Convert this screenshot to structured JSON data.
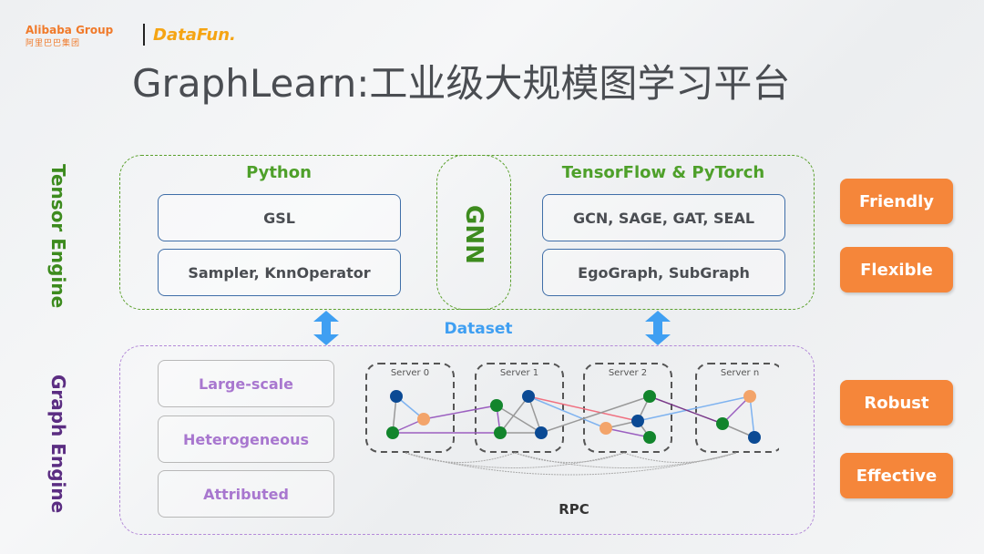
{
  "logos": {
    "alibaba": "Alibaba Group",
    "alibaba_cn": "阿里巴巴集团",
    "datafun": "DataFun."
  },
  "title": "GraphLearn:工业级大规模图学习平台",
  "tensor_engine": {
    "label": "Tensor Engine",
    "python": {
      "heading": "Python",
      "items": [
        "GSL",
        "Sampler, KnnOperator"
      ]
    },
    "gnn_label": "GNN",
    "frameworks": {
      "heading": "TensorFlow & PyTorch",
      "items": [
        "GCN, SAGE, GAT, SEAL",
        "EgoGraph, SubGraph"
      ]
    }
  },
  "dataset_label": "Dataset",
  "graph_engine": {
    "label": "Graph Engine",
    "features": [
      "Large-scale",
      "Heterogeneous",
      "Attributed"
    ],
    "servers": [
      "Server 0",
      "Server 1",
      "Server 2",
      "Server n"
    ],
    "rpc_label": "RPC"
  },
  "properties": [
    "Friendly",
    "Flexible",
    "Robust",
    "Effective"
  ],
  "colors": {
    "tensor_green": "#3d8b1e",
    "graph_purple": "#5b2d82",
    "feature_purple": "#a877cf",
    "accent_orange": "#f5863a",
    "dataset_blue": "#3f9ff2",
    "node_blue": "#0b4a94",
    "node_green": "#12852c",
    "node_orange": "#f3a46a"
  }
}
